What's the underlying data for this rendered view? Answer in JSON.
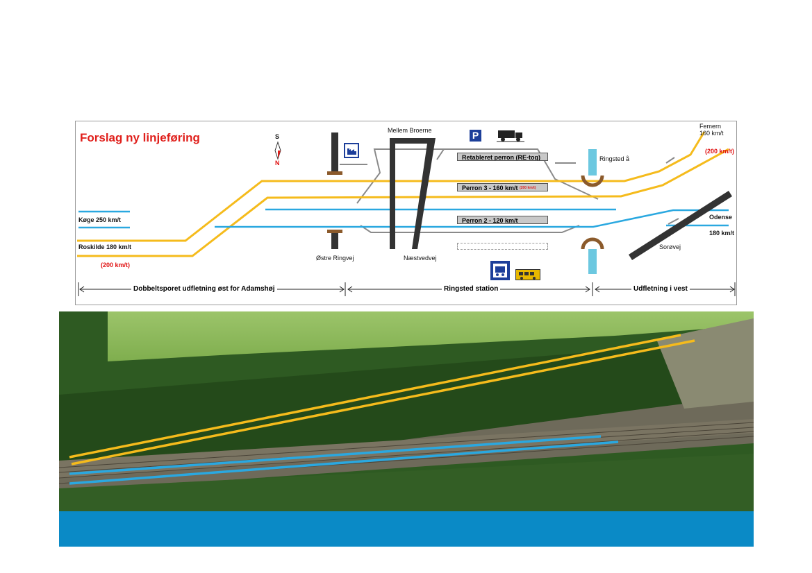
{
  "diagram": {
    "title": "Forslag ny linjeføring",
    "compass": {
      "s": "S",
      "n": "N"
    },
    "labels": {
      "mellem_broerne": "Mellem Broerne",
      "ostre_ringvej": "Østre Ringvej",
      "naestvedvej": "Næstvedvej",
      "ringsted_a": "Ringsted å",
      "sorovej": "Sorøvej",
      "femern": "Femern",
      "femern_speed": "160 km/t",
      "femern_speed_alt": "(200 km/t)",
      "odense": "Odense",
      "odense_speed": "180 km/t",
      "koge": "Køge 250 km/t",
      "roskilde": "Roskilde 180 km/t",
      "roskilde_speed_alt": "(200 km/t)"
    },
    "platforms": {
      "retableret": "Retableret perron (RE-tog)",
      "perron3": "Perron 3 - 160 km/t",
      "perron3_alt": "(200 km/t)",
      "perron2": "Perron 2 - 120 km/t"
    },
    "icons": {
      "parking": "P"
    },
    "sections": {
      "east": "Dobbeltsporet udfletning øst for Adamshøj",
      "station": "Ringsted station",
      "west": "Udfletning i vest"
    },
    "colors": {
      "yellow_track": "#f5bb1c",
      "blue_track": "#2aa8e0",
      "title_red": "#e0201c",
      "footer_blue": "#0a8ac6"
    }
  }
}
